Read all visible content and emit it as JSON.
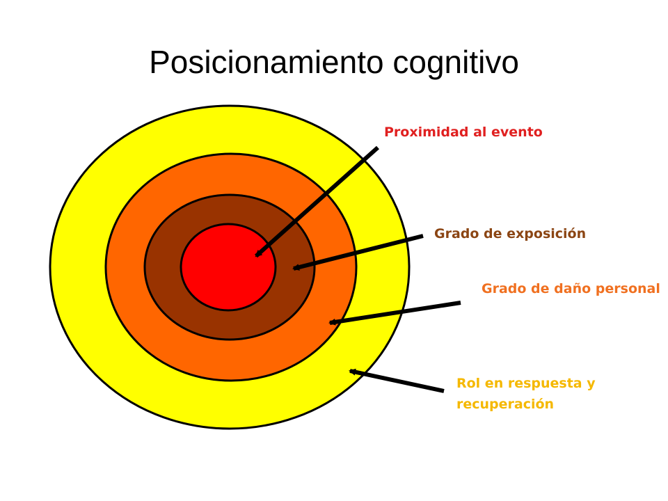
{
  "title": "Posicionamiento cognitivo",
  "rings": [
    {
      "name": "outer",
      "color": "#FFFF00"
    },
    {
      "name": "second",
      "color": "#FF6600"
    },
    {
      "name": "third",
      "color": "#993300"
    },
    {
      "name": "center",
      "color": "#FF0000"
    }
  ],
  "labels": {
    "proximity": {
      "text": "Proximidad al evento",
      "color": "#E02020"
    },
    "exposure": {
      "text": "Grado de exposición",
      "color": "#8B4513"
    },
    "damage": {
      "text": "Grado de daño personal",
      "color": "#F07020"
    },
    "role": {
      "text": "Rol en respuesta y recuperación",
      "color": "#F5B800"
    }
  }
}
